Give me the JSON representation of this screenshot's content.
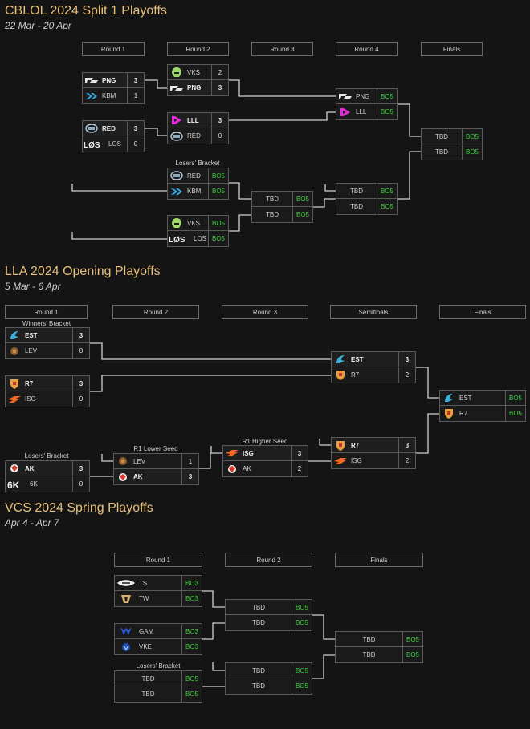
{
  "colors": {
    "accent_title": "#e6c07a",
    "best_of": "#3fcf3f",
    "background": "#141414"
  },
  "cblol": {
    "title": "CBLOL 2024 Split 1 Playoffs",
    "date": "22 Mar - 20 Apr",
    "rounds": [
      "Round 1",
      "Round 2",
      "Round 3",
      "Round 4",
      "Finals"
    ],
    "losers_label": "Losers' Bracket",
    "r1a": {
      "t1": "PNG",
      "s1": "3",
      "i1": "png-logo",
      "t2": "KBM",
      "s2": "1",
      "i2": "kbm-logo"
    },
    "r1b": {
      "t1": "RED",
      "s1": "3",
      "i1": "red-logo",
      "t2": "LOS",
      "s2": "0",
      "i2": "los-logo"
    },
    "r2a": {
      "t1": "VKS",
      "s1": "2",
      "i1": "vks-logo",
      "t2": "PNG",
      "s2": "3",
      "i2": "png-logo"
    },
    "r2b": {
      "t1": "LLL",
      "s1": "3",
      "i1": "lll-logo",
      "t2": "RED",
      "s2": "0",
      "i2": "red-logo"
    },
    "r2c": {
      "t1": "RED",
      "s1": "BO5",
      "i1": "red-logo",
      "t2": "KBM",
      "s2": "BO5",
      "i2": "kbm-logo"
    },
    "r2d": {
      "t1": "VKS",
      "s1": "BO5",
      "i1": "vks-logo",
      "t2": "LOS",
      "s2": "BO5",
      "i2": "los-logo"
    },
    "r3": {
      "t1": "TBD",
      "s1": "BO5",
      "t2": "TBD",
      "s2": "BO5"
    },
    "r4a": {
      "t1": "PNG",
      "s1": "BO5",
      "i1": "png-logo",
      "t2": "LLL",
      "s2": "BO5",
      "i2": "lll-logo"
    },
    "r4b": {
      "t1": "TBD",
      "s1": "BO5",
      "t2": "TBD",
      "s2": "BO5"
    },
    "final": {
      "t1": "TBD",
      "s1": "BO5",
      "t2": "TBD",
      "s2": "BO5"
    }
  },
  "lla": {
    "title": "LLA 2024 Opening Playoffs",
    "date": "5 Mar - 6 Apr",
    "rounds": [
      "Round 1",
      "Round 2",
      "Round 3",
      "Semifinals",
      "Finals"
    ],
    "winners_label": "Winners' Bracket",
    "losers_label": "Losers' Bracket",
    "r1_lower_label": "R1 Lower Seed",
    "r1_higher_label": "R1 Higher Seed",
    "w1": {
      "t1": "EST",
      "s1": "3",
      "i1": "est-logo",
      "t2": "LEV",
      "s2": "0",
      "i2": "lev-logo"
    },
    "w2": {
      "t1": "R7",
      "s1": "3",
      "i1": "r7-logo",
      "t2": "ISG",
      "s2": "0",
      "i2": "isg-logo"
    },
    "l1": {
      "t1": "AK",
      "s1": "3",
      "i1": "ak-logo",
      "t2": "6K",
      "s2": "0",
      "i2": "6k-logo"
    },
    "r2": {
      "t1": "LEV",
      "s1": "1",
      "i1": "lev-logo",
      "t2": "AK",
      "s2": "3",
      "i2": "ak-logo"
    },
    "r3": {
      "t1": "ISG",
      "s1": "3",
      "i1": "isg-logo",
      "t2": "AK",
      "s2": "2",
      "i2": "ak-logo"
    },
    "sf1": {
      "t1": "EST",
      "s1": "3",
      "i1": "est-logo",
      "t2": "R7",
      "s2": "2",
      "i2": "r7-logo"
    },
    "sf2": {
      "t1": "R7",
      "s1": "3",
      "i1": "r7-logo",
      "t2": "ISG",
      "s2": "2",
      "i2": "isg-logo"
    },
    "final": {
      "t1": "EST",
      "s1": "BO5",
      "i1": "est-logo",
      "t2": "R7",
      "s2": "BO5",
      "i2": "r7-logo"
    }
  },
  "vcs": {
    "title": "VCS 2024 Spring Playoffs",
    "date": "Apr 4 - Apr 7",
    "rounds": [
      "Round 1",
      "Round 2",
      "Finals"
    ],
    "losers_label": "Losers' Bracket",
    "r1a": {
      "t1": "TS",
      "s1": "BO3",
      "i1": "ts-logo",
      "t2": "TW",
      "s2": "BO3",
      "i2": "tw-logo"
    },
    "r1b": {
      "t1": "GAM",
      "s1": "BO3",
      "i1": "gam-logo",
      "t2": "VKE",
      "s2": "BO3",
      "i2": "vke-logo"
    },
    "l1": {
      "t1": "TBD",
      "s1": "BO5",
      "t2": "TBD",
      "s2": "BO5"
    },
    "r2a": {
      "t1": "TBD",
      "s1": "BO5",
      "t2": "TBD",
      "s2": "BO5"
    },
    "r2b": {
      "t1": "TBD",
      "s1": "BO5",
      "t2": "TBD",
      "s2": "BO5"
    },
    "final": {
      "t1": "TBD",
      "s1": "BO5",
      "t2": "TBD",
      "s2": "BO5"
    }
  }
}
